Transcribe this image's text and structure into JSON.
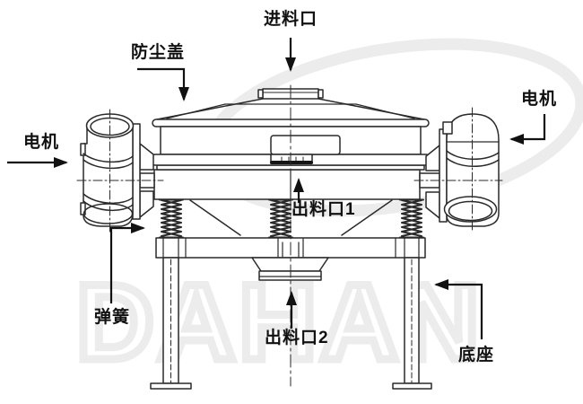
{
  "diagram": {
    "kind": "vibrating-sifter-structure-diagram",
    "labels": {
      "feed_inlet": "进料口",
      "dust_cover": "防尘盖",
      "motor_left": "电机",
      "motor_right": "电机",
      "outlet_1": "出料口1",
      "outlet_2": "出料口2",
      "spring": "弹簧",
      "base": "底座"
    },
    "watermark": {
      "text": "DAHAN"
    },
    "colors": {
      "line": "#2a2a2a",
      "callout": "#111111",
      "watermark": "#ececec",
      "background": "#ffffff",
      "text": "#111111"
    }
  }
}
